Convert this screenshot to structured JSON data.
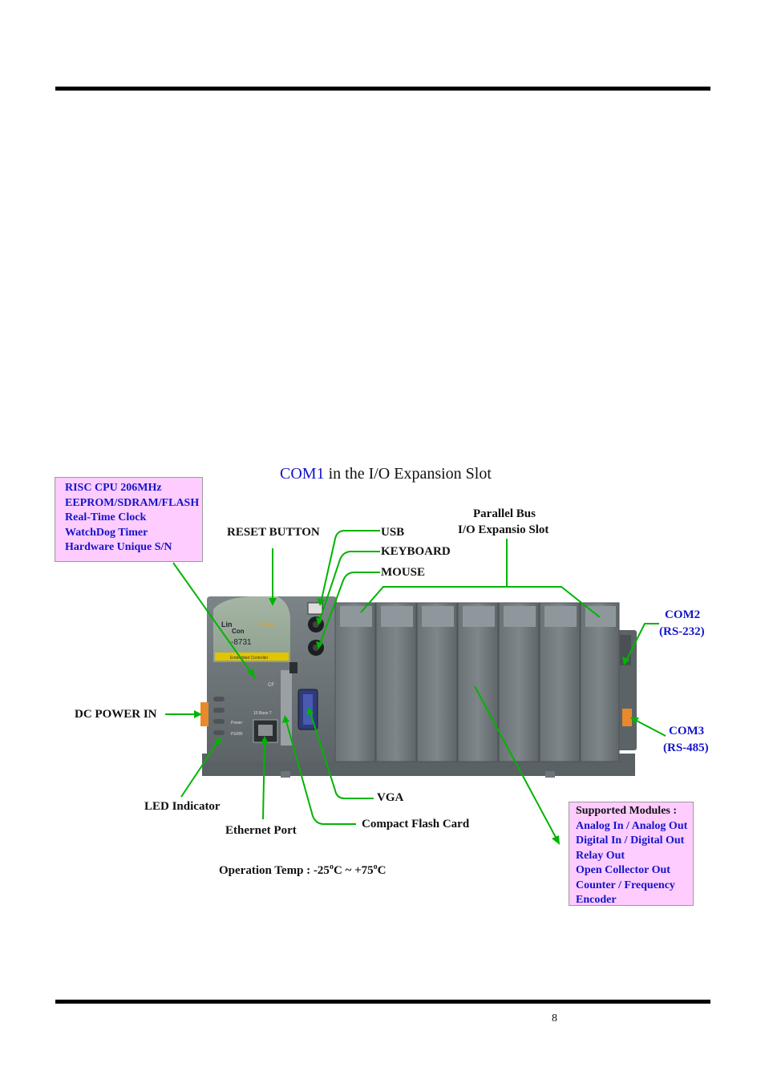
{
  "caption": {
    "com1": "COM1",
    "rest": " in the I/O Expansion Slot"
  },
  "spec_box": {
    "items": [
      "RISC CPU 206MHz",
      "EEPROM/SDRAM/FLASH",
      "Real-Time Clock",
      "WatchDog Timer",
      "Hardware Unique S/N"
    ]
  },
  "labels": {
    "reset_button": "RESET BUTTON",
    "usb": "USB",
    "keyboard": "KEYBOARD",
    "mouse": "MOUSE",
    "parallel_bus_1": "Parallel Bus",
    "parallel_bus_2": "I/O Expansio Slot",
    "com2": "COM2",
    "com2_sub": "(RS-232)",
    "com3": "COM3",
    "com3_sub": "(RS-485)",
    "dc_power": "DC POWER IN",
    "led": "LED Indicator",
    "ethernet": "Ethernet Port",
    "vga": "VGA",
    "cf": "Compact Flash Card",
    "temp_prefix": "Operation Temp : -25",
    "temp_mid": "C ~ +75",
    "temp_sup": "o",
    "temp_unit": "C"
  },
  "modules_box": {
    "title": "Supported Modules :",
    "items": [
      "Analog In / Analog Out",
      "Digital In / Digital Out",
      "Relay Out",
      "Open Collector Out",
      "Counter / Frequency",
      "Encoder"
    ]
  },
  "device": {
    "brand_lin": "Lin",
    "brand_con": "Con",
    "os": "Linux",
    "model": "-8731",
    "strip": "Embedded Controller",
    "power": "Power",
    "perr": "P.ERR",
    "base_t": "10 Base T",
    "cf": "CF"
  },
  "page_number": "8"
}
